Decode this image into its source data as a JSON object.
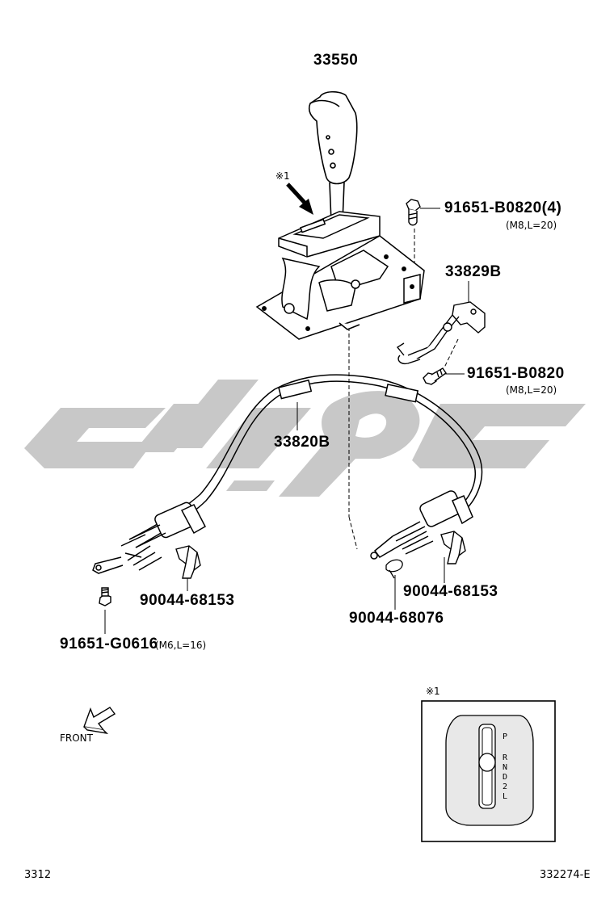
{
  "part_labels": {
    "knob": "33550",
    "bolt_top": "91651-B0820(4)",
    "bolt_top_spec": "(M8,L=20)",
    "bracket": "33829B",
    "bolt_mid": "91651-B0820",
    "bolt_mid_spec": "(M8,L=20)",
    "cable": "33820B",
    "clip_left": "90044-68153",
    "clip_right": "90044-68153",
    "clip_small": "90044-68076",
    "bolt_bottom": "91651-G0616",
    "bolt_bottom_spec": "(M6,L=16)"
  },
  "marker": "※1",
  "inset": {
    "marker": "※1",
    "gears": [
      "P",
      "R",
      "N",
      "D",
      "2",
      "L"
    ]
  },
  "front_label": "FRONT",
  "footer": {
    "page": "3312",
    "figure": "332274-E"
  }
}
